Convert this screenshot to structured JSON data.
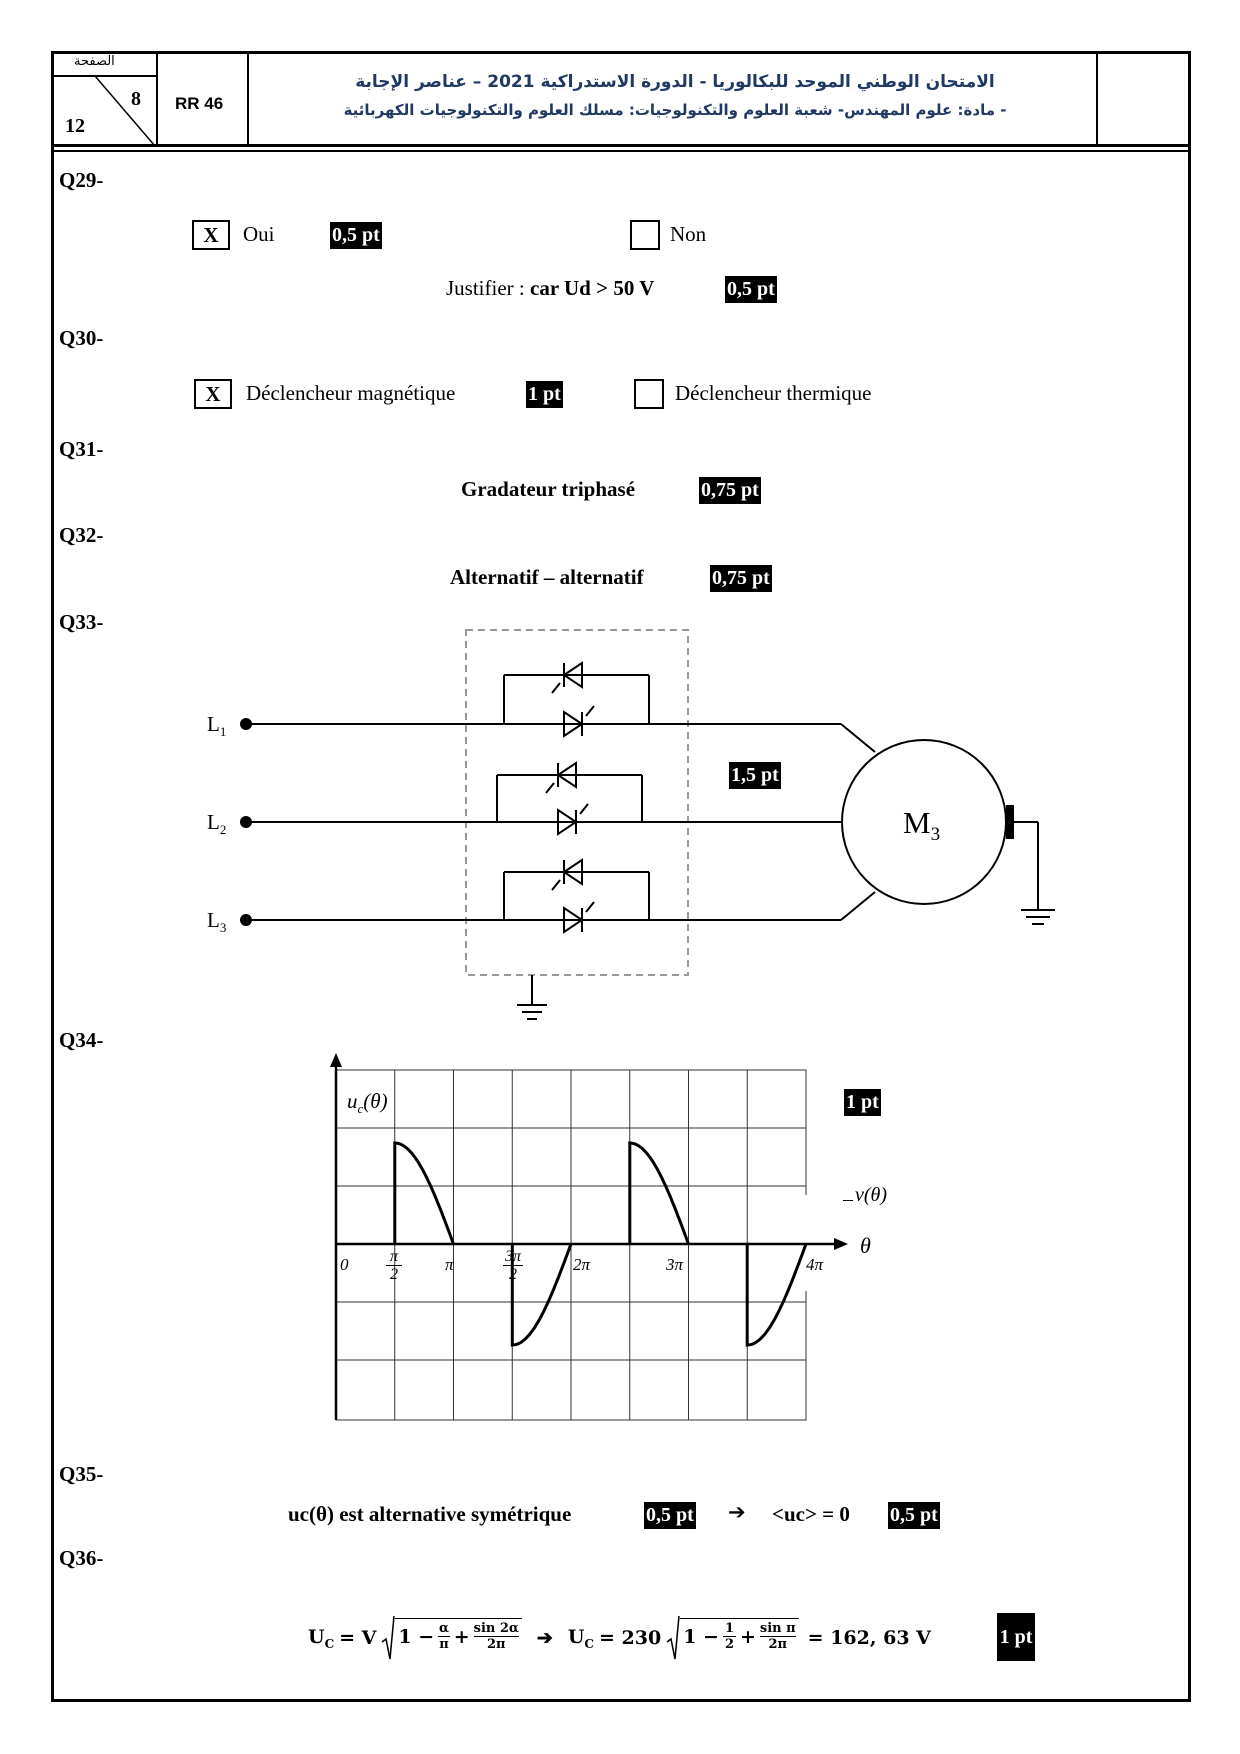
{
  "header": {
    "page_label": "الصفحة",
    "page_number": "8",
    "total_pages": "12",
    "code": "RR 46",
    "title_line1": "الامتحان الوطني الموحد للبكالوريا - الدورة الاستدراكية 2021 – عناصر الإجابة",
    "title_line2": "- مادة: علوم المهندس- شعبة العلوم والتكنولوجيات: مسلك العلوم والتكنولوجيات الكهربائية"
  },
  "q29": {
    "label": "Q29-",
    "opt1_mark": "X",
    "opt1_text": "Oui",
    "opt1_points": "0,5 pt",
    "opt2_mark": "",
    "opt2_text": "Non",
    "justify_prefix": "Justifier : ",
    "justify_text": "car Ud > 50 V",
    "justify_points": "0,5 pt"
  },
  "q30": {
    "label": "Q30-",
    "opt1_mark": "X",
    "opt1_text": "Déclencheur magnétique",
    "opt1_points": "1 pt",
    "opt2_mark": "",
    "opt2_text": "Déclencheur thermique"
  },
  "q31": {
    "label": "Q31-",
    "answer": "Gradateur triphasé",
    "points": "0,75 pt"
  },
  "q32": {
    "label": "Q32-",
    "answer": "Alternatif – alternatif",
    "points": "0,75 pt"
  },
  "q33": {
    "label": "Q33-",
    "lines": [
      "L",
      "L",
      "L"
    ],
    "line_subs": [
      "1",
      "2",
      "3"
    ],
    "motor": "M",
    "motor_sub": "3",
    "points": "1,5 pt"
  },
  "q34": {
    "label": "Q34-",
    "points": "1 pt",
    "y_label_u": "u",
    "y_label_sub": "c",
    "y_label_arg": "(θ)",
    "v_label": "v(θ)",
    "x_axis_label": "θ",
    "tick_0": "0",
    "tick_pi": "π",
    "tick_2pi": "2π",
    "tick_3pi": "3π",
    "tick_4pi": "4π",
    "frac_top1": "π",
    "frac_bot1": "2",
    "frac_top2": "3π",
    "frac_bot2": "2"
  },
  "q35": {
    "label": "Q35-",
    "statement": "uc(θ) est alternative symétrique",
    "points1": "0,5 pt",
    "arrow": "➔",
    "result": "<uc> = 0",
    "points2": "0,5 pt"
  },
  "q36": {
    "label": "Q36-",
    "lhs": "U",
    "lhs_sub": "C",
    "f1_eq": "= V",
    "f1_one": "1 −",
    "f1_n1": "α",
    "f1_d1": "π",
    "f1_plus": "+",
    "f1_n2": "sin 2α",
    "f1_d2": "2π",
    "arrow": "➔",
    "f2_eq": "= 230",
    "f2_one": "1 −",
    "f2_n1": "1",
    "f2_d1": "2",
    "f2_plus": "+",
    "f2_n2": "sin π",
    "f2_d2": "2π",
    "result": "=  162, 63 V",
    "points": "1 pt"
  }
}
